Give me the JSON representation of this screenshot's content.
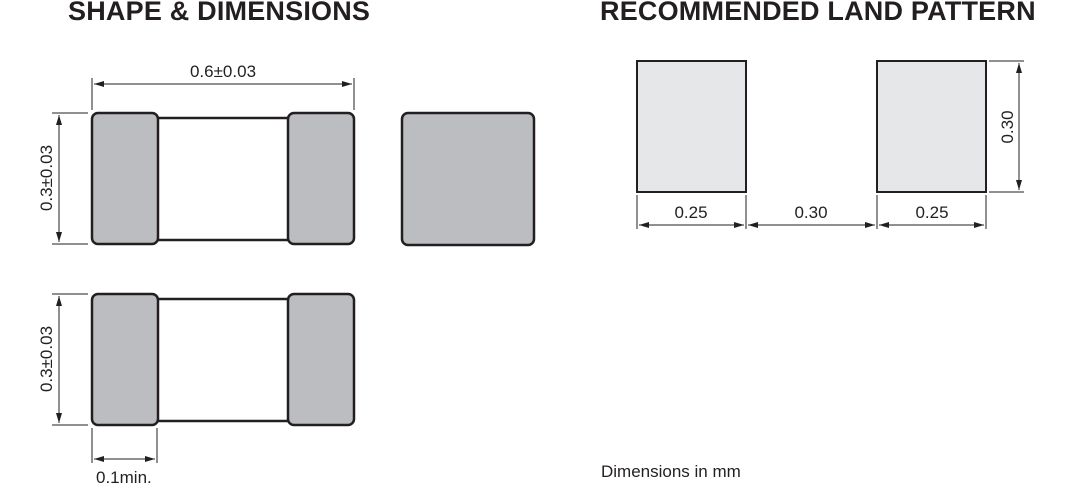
{
  "titles": {
    "left": "SHAPE & DIMENSIONS",
    "right": "RECOMMENDED LAND PATTERN"
  },
  "shape": {
    "length_label": "0.6±0.03",
    "height_label_top": "0.3±0.03",
    "height_label_bottom": "0.3±0.03",
    "electrode_label": "0.1min."
  },
  "land_pattern": {
    "pad_width_left": "0.25",
    "gap": "0.30",
    "pad_width_right": "0.25",
    "pad_height": "0.30"
  },
  "note": "Dimensions in mm",
  "colors": {
    "electrode": "#bcbdc0",
    "pad": "#e6e7e8",
    "outline": "#231f20",
    "dimline": "#231f20"
  }
}
